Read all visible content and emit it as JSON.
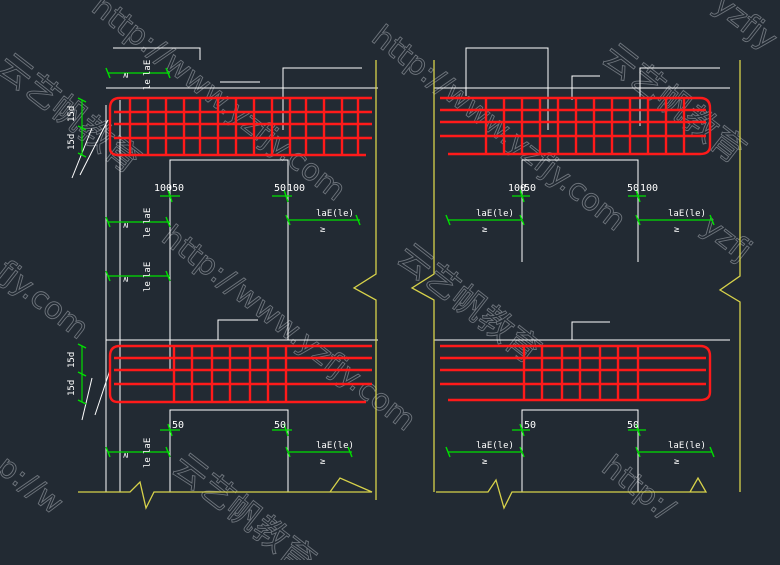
{
  "watermark": {
    "url": "http://www.yzfjy.com",
    "url_fragment_top_right": "yzfjy",
    "cn": "云艺帆教育",
    "url_fragment_left": "fjy.com",
    "url_fragment_bottom_left": "p://w",
    "url_fragment_bottom_right": "http:/",
    "url_fragment_right": "yzfj"
  },
  "labels": {
    "spacing_100": "100",
    "spacing_50": "50",
    "hook_15d": "15d",
    "anchor_lae_le": "laE(le)",
    "anchor_lae_le_short": "laE(le)",
    "ge": "≥",
    "lae": "laE",
    "le": "le"
  },
  "colors": {
    "background": "#222a33",
    "rebar": "#ff1a1a",
    "outline": "#ffffff",
    "leader": "#ffffff",
    "dimension": "#00e000",
    "break_line": "#d7d24a"
  }
}
